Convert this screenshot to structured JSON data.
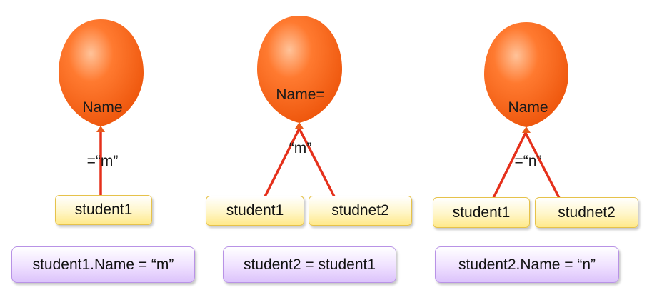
{
  "colors": {
    "balloon": "#ff6a21",
    "balloon_highlight": "#ffb98a",
    "string": "#e5301b",
    "variable_fill": "#fff6c8",
    "variable_border": "#e6c24a",
    "code_fill": "#efe0ff",
    "code_border": "#b892e6"
  },
  "panels": [
    {
      "balloon": {
        "line1": "Name",
        "line2": "=“m”"
      },
      "variables": [
        "student1"
      ],
      "code": "student1.Name = “m”"
    },
    {
      "balloon": {
        "line1": "Name=",
        "line2": "“m”"
      },
      "variables": [
        "student1",
        "studnet2"
      ],
      "code": "student2 = student1"
    },
    {
      "balloon": {
        "line1": "Name",
        "line2": "=“n”"
      },
      "variables": [
        "student1",
        "studnet2"
      ],
      "code": "student2.Name = “n”"
    }
  ]
}
